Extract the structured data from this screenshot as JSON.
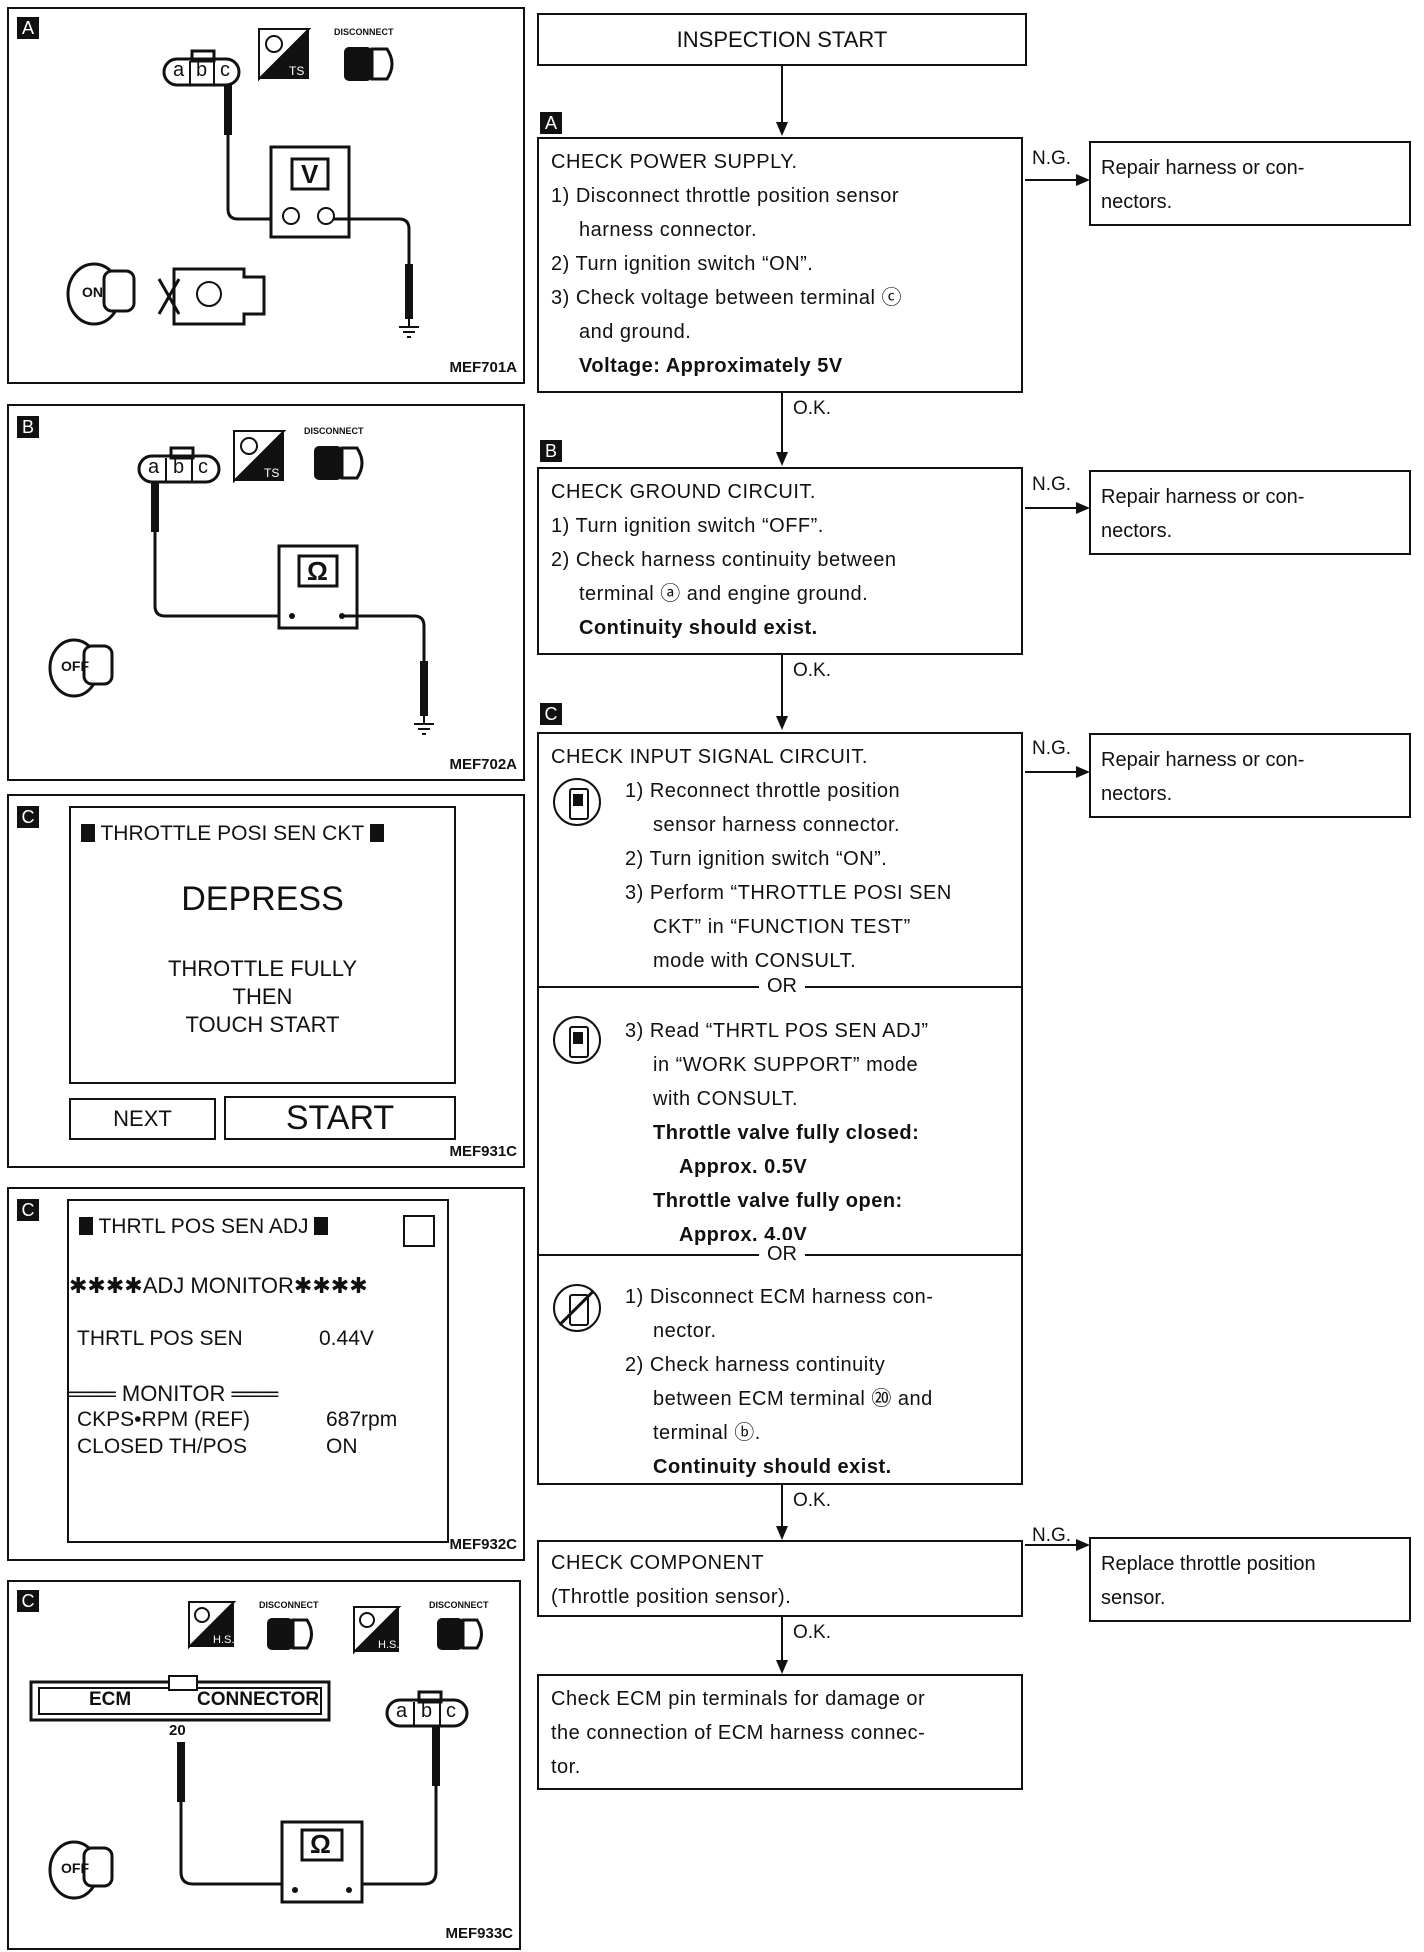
{
  "panels": {
    "a": {
      "tag": "A",
      "code": "MEF701A",
      "terminals": [
        "a",
        "b",
        "c"
      ],
      "meter": "V",
      "disconnect": "DISCONNECT",
      "ts": "TS",
      "key": "ON"
    },
    "b": {
      "tag": "B",
      "code": "MEF702A",
      "terminals": [
        "a",
        "b",
        "c"
      ],
      "meter": "Ω",
      "disconnect": "DISCONNECT",
      "ts": "TS",
      "key": "OFF"
    },
    "c1": {
      "tag": "C",
      "code": "MEF931C",
      "screen_title": "THROTTLE POSI SEN CKT",
      "big": "DEPRESS",
      "line1": "THROTTLE FULLY",
      "line2": "THEN",
      "line3": "TOUCH START",
      "next": "NEXT",
      "start": "START"
    },
    "c2": {
      "tag": "C",
      "code": "MEF932C",
      "screen_title": "THRTL POS SEN ADJ",
      "adj": "✱✱✱✱ADJ MONITOR✱✱✱✱",
      "r1_label": "THRTL POS SEN",
      "r1_value": "0.44V",
      "monitor": "═══ MONITOR ═══",
      "r2_label": "CKPS•RPM (REF)",
      "r2_value": "687rpm",
      "r3_label": "CLOSED TH/POS",
      "r3_value": "ON"
    },
    "c3": {
      "tag": "C",
      "code": "MEF933C",
      "ecm": "ECM",
      "connector": "CONNECTOR",
      "pin": "20",
      "terminals": [
        "a",
        "b",
        "c"
      ],
      "meter": "Ω",
      "disconnect": "DISCONNECT",
      "hs": "H.S.",
      "key": "OFF"
    }
  },
  "flow": {
    "start": "INSPECTION START",
    "stepA": {
      "tag": "A",
      "title": "CHECK POWER SUPPLY.",
      "l1": "1) Disconnect throttle position sensor",
      "l2": "harness connector.",
      "l3": "2) Turn ignition switch “ON”.",
      "l4": "3) Check voltage between terminal ⓒ",
      "l5": "and ground.",
      "spec": "Voltage: Approximately 5V"
    },
    "stepB": {
      "tag": "B",
      "title": "CHECK GROUND CIRCUIT.",
      "l1": "1) Turn ignition switch “OFF”.",
      "l2": "2) Check harness continuity between",
      "l3": "terminal ⓐ and engine ground.",
      "spec": "Continuity should exist."
    },
    "stepC": {
      "tag": "C",
      "title": "CHECK INPUT SIGNAL CIRCUIT.",
      "p1l1": "1) Reconnect throttle position",
      "p1l2": "sensor harness connector.",
      "p1l3": "2) Turn ignition switch “ON”.",
      "p1l4": "3) Perform “THROTTLE POSI SEN",
      "p1l5": "CKT” in “FUNCTION TEST”",
      "p1l6": "mode with CONSULT.",
      "or": "OR",
      "p2l1": "3) Read “THRTL POS SEN ADJ”",
      "p2l2": "in “WORK SUPPORT” mode",
      "p2l3": "with CONSULT.",
      "p2s1": "Throttle valve fully closed:",
      "p2s2": "Approx. 0.5V",
      "p2s3": "Throttle valve fully open:",
      "p2s4": "Approx. 4.0V",
      "p3l1": "1) Disconnect ECM harness con-",
      "p3l2": "nector.",
      "p3l3": "2) Check harness continuity",
      "p3l4": "between ECM terminal ⑳ and",
      "p3l5": "terminal ⓑ.",
      "p3s1": "Continuity should exist."
    },
    "stepD": {
      "l1": "CHECK COMPONENT",
      "l2": "(Throttle position sensor)."
    },
    "final": {
      "l1": "Check ECM pin terminals for damage or",
      "l2": "the connection of ECM harness connec-",
      "l3": "tor."
    },
    "ng": "N.G.",
    "ok": "O.K.",
    "repair_l1": "Repair harness or con-",
    "repair_l2": "nectors.",
    "replace_l1": "Replace throttle position",
    "replace_l2": "sensor."
  }
}
